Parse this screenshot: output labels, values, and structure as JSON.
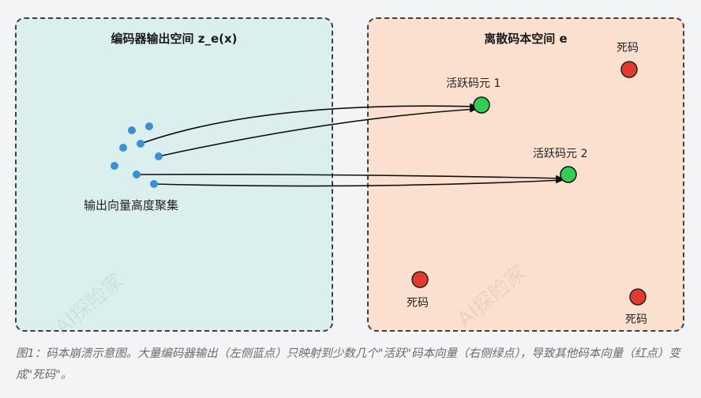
{
  "left_panel": {
    "title": "编码器输出空间 z_e(x)",
    "cluster_label": "输出向量高度聚集",
    "fill": "#dcefef",
    "dot_color": "#3b8fd6"
  },
  "right_panel": {
    "title": "离散码本空间 e",
    "fill": "#fbe0cf",
    "active_codes": [
      {
        "label": "活跃码元 1"
      },
      {
        "label": "活跃码元 2"
      }
    ],
    "dead_codes": [
      {
        "label": "死码"
      },
      {
        "label": "死码"
      },
      {
        "label": "死码"
      }
    ],
    "active_color": "#33cc55",
    "dead_color": "#e23a2e"
  },
  "caption": "图1：码本崩溃示意图。大量编码器输出（左侧蓝点）只映射到少数几个\"活跃\"码本向量（右侧绿点），导致其他码本向量（红点）变成\"死码\"。",
  "watermark": "AI探险家"
}
